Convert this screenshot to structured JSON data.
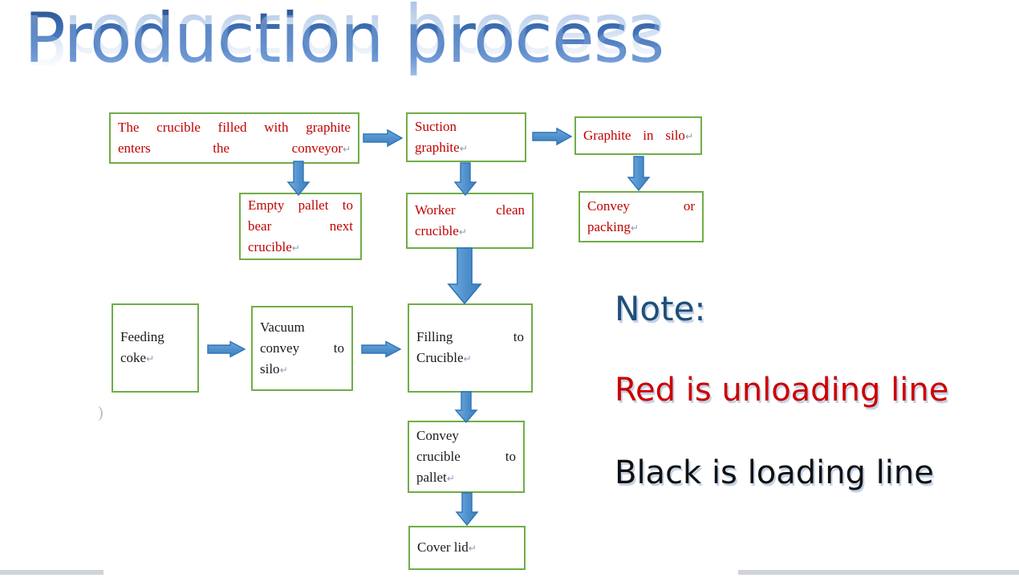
{
  "slide": {
    "title": "Production process",
    "colors": {
      "box_border_green": "#70AD47",
      "unloading_red": "#C00000",
      "loading_black": "#1A1A1A",
      "arrow_blue": "#5B9BD5",
      "arrow_blue_dark": "#2E75B6",
      "title_blue": "#3D6FB5",
      "note_shadow": "#C3D3E8",
      "footer_gray": "#D0D4DA"
    },
    "artifact_glyph": ")"
  },
  "flow": {
    "pilcrow": "↵",
    "boxes": [
      {
        "id": "crucible-filled-enters-conveyor",
        "color": "red",
        "lines": [
          {
            "words": [
              "The",
              "crucible",
              "filled",
              "with",
              "graphite"
            ],
            "justify": true
          },
          {
            "words": [
              "enters the conveyor"
            ],
            "justify": false,
            "end_mark": true
          }
        ]
      },
      {
        "id": "suction-graphite",
        "color": "red",
        "lines": [
          {
            "words": [
              "Suction"
            ],
            "justify": false
          },
          {
            "words": [
              "graphite"
            ],
            "justify": false,
            "end_mark": true
          }
        ]
      },
      {
        "id": "graphite-in-silo",
        "color": "red",
        "lines": [
          {
            "words": [
              "Graphite in silo"
            ],
            "justify": false,
            "end_mark": true
          }
        ]
      },
      {
        "id": "empty-pallet-bear-next-crucible",
        "color": "red",
        "lines": [
          {
            "words": [
              "Empty",
              "pallet",
              "to"
            ],
            "justify": true
          },
          {
            "words": [
              "bear",
              "next"
            ],
            "justify": true
          },
          {
            "words": [
              "crucible"
            ],
            "justify": false,
            "end_mark": true
          }
        ]
      },
      {
        "id": "worker-clean-crucible",
        "color": "red",
        "lines": [
          {
            "words": [
              "Worker",
              "clean"
            ],
            "justify": true
          },
          {
            "words": [
              "crucible"
            ],
            "justify": false,
            "end_mark": true
          }
        ]
      },
      {
        "id": "convey-or-packing",
        "color": "red",
        "lines": [
          {
            "words": [
              "Convey",
              "or"
            ],
            "justify": true
          },
          {
            "words": [
              "packing"
            ],
            "justify": false,
            "end_mark": true
          }
        ]
      },
      {
        "id": "feeding-coke",
        "color": "black",
        "lines": [
          {
            "words": [
              "Feeding"
            ],
            "justify": false
          },
          {
            "words": [
              "coke"
            ],
            "justify": false,
            "end_mark": true
          }
        ]
      },
      {
        "id": "vacuum-convey-to-silo",
        "color": "black",
        "lines": [
          {
            "words": [
              "Vacuum"
            ],
            "justify": false
          },
          {
            "words": [
              "convey",
              "to"
            ],
            "justify": true
          },
          {
            "words": [
              "silo"
            ],
            "justify": false,
            "end_mark": true
          }
        ]
      },
      {
        "id": "filling-to-crucible",
        "color": "black",
        "lines": [
          {
            "words": [
              "Filling",
              "to"
            ],
            "justify": true
          },
          {
            "words": [
              "Crucible"
            ],
            "justify": false,
            "end_mark": true
          }
        ]
      },
      {
        "id": "convey-crucible-to-pallet",
        "color": "black",
        "lines": [
          {
            "words": [
              "Convey"
            ],
            "justify": false
          },
          {
            "words": [
              "crucible",
              "to"
            ],
            "justify": true
          },
          {
            "words": [
              "pallet"
            ],
            "justify": false,
            "end_mark": true
          }
        ]
      },
      {
        "id": "cover-lid",
        "color": "black",
        "lines": [
          {
            "words": [
              "Cover lid"
            ],
            "justify": false,
            "end_mark": true
          }
        ]
      }
    ],
    "arrows": [
      {
        "id": "arrow-crucible-to-suction",
        "direction": "right"
      },
      {
        "id": "arrow-suction-to-silo",
        "direction": "right"
      },
      {
        "id": "arrow-crucible-to-empty-pallet",
        "direction": "down"
      },
      {
        "id": "arrow-suction-to-worker-clean",
        "direction": "down"
      },
      {
        "id": "arrow-silo-to-convey-packing",
        "direction": "down"
      },
      {
        "id": "arrow-worker-clean-to-filling",
        "direction": "down"
      },
      {
        "id": "arrow-feeding-to-vacuum",
        "direction": "right"
      },
      {
        "id": "arrow-vacuum-to-filling",
        "direction": "right"
      },
      {
        "id": "arrow-filling-to-convey-pallet",
        "direction": "down"
      },
      {
        "id": "arrow-convey-pallet-to-cover-lid",
        "direction": "down"
      }
    ]
  },
  "notes": {
    "heading": "Note:",
    "red_line": "Red is unloading line",
    "black_line": "Black is loading line"
  }
}
